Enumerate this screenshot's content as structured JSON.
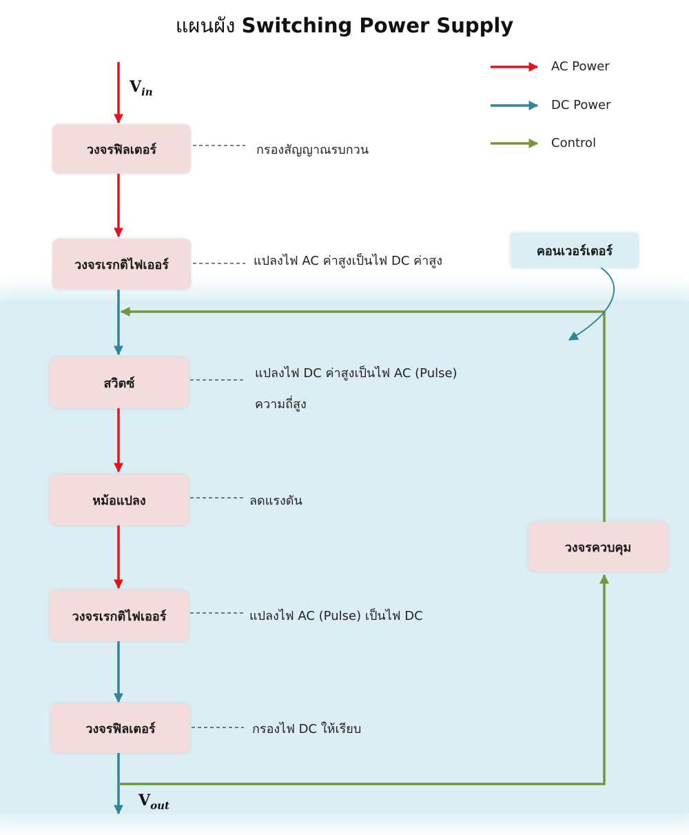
{
  "title": {
    "prefix": "แผนผัง",
    "main": "Switching Power Supply"
  },
  "colors": {
    "ac": "#e8111b",
    "dc": "#31849b",
    "control": "#77933c",
    "region": "#dbeef3",
    "box": "#f2dcdc"
  },
  "legend": [
    {
      "label": "AC Power",
      "color": "#e8111b"
    },
    {
      "label": "DC Power",
      "color": "#31849b"
    },
    {
      "label": "Control",
      "color": "#77933c"
    }
  ],
  "signals": {
    "input": {
      "base": "V",
      "sub": "in"
    },
    "output": {
      "base": "V",
      "sub": "out"
    }
  },
  "blocks": [
    {
      "label": "วงจรฟิลเตอร์",
      "note": "กรองสัญญาณรบกวน"
    },
    {
      "label": "วงจรเรกติไฟเออร์",
      "note": "แปลงไฟ AC ค่าสูงเป็นไฟ DC ค่าสูง"
    },
    {
      "label": "สวิตซ์",
      "note": "แปลงไฟ DC ค่าสูงเป็นไฟ AC (Pulse)",
      "note2": "ความถี่สูง"
    },
    {
      "label": "หม้อแปลง",
      "note": "ลดแรงดัน"
    },
    {
      "label": "วงจรเรกติไฟเออร์",
      "note": "แปลงไฟ AC (Pulse) เป็นไฟ DC"
    },
    {
      "label": "วงจรฟิลเตอร์",
      "note": "กรองไฟ DC ให้เรียบ"
    }
  ],
  "control_block": {
    "label": "วงจรควบคุม"
  },
  "converter_label": {
    "label": "คอนเวอร์เตอร์"
  }
}
